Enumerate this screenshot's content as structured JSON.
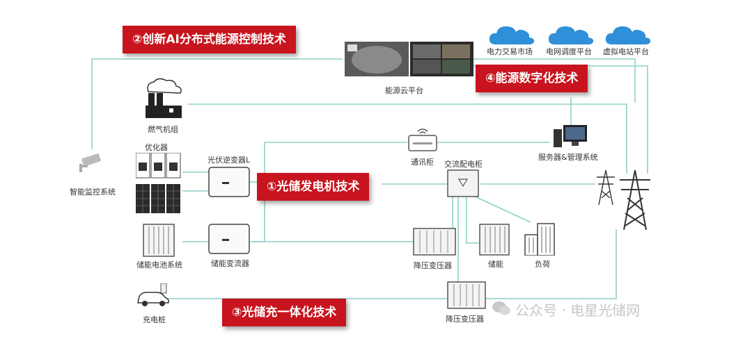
{
  "banners": {
    "ai": "②创新AI分布式能源控制技术",
    "digital": "④能源数字化技术",
    "pv": "①光储发电机技术",
    "charge": "③光储充一体化技术"
  },
  "clouds": [
    "电力交易市场",
    "电网调度平台",
    "虚拟电站平台"
  ],
  "labels": {
    "cloud_platform": "能源云平台",
    "gas_unit": "燃气机组",
    "optimizer": "优化器",
    "monitor": "智能监控系统",
    "pv_inverter": "光伏逆变器L",
    "comm_cabinet": "通讯柜",
    "ac_cabinet": "交流配电柜",
    "server": "服务器&管理系统",
    "battery": "储能电池系统",
    "pcs": "储能变流器",
    "transformer1": "降压变压器",
    "storage": "储能",
    "load": "负荷",
    "charger": "充电桩",
    "transformer2": "降压变压器"
  },
  "watermark": "公众号 · 电星光储网",
  "colors": {
    "accent": "#c8141e",
    "line": "#8fd0c8",
    "cloud": "#2f8fd8"
  }
}
